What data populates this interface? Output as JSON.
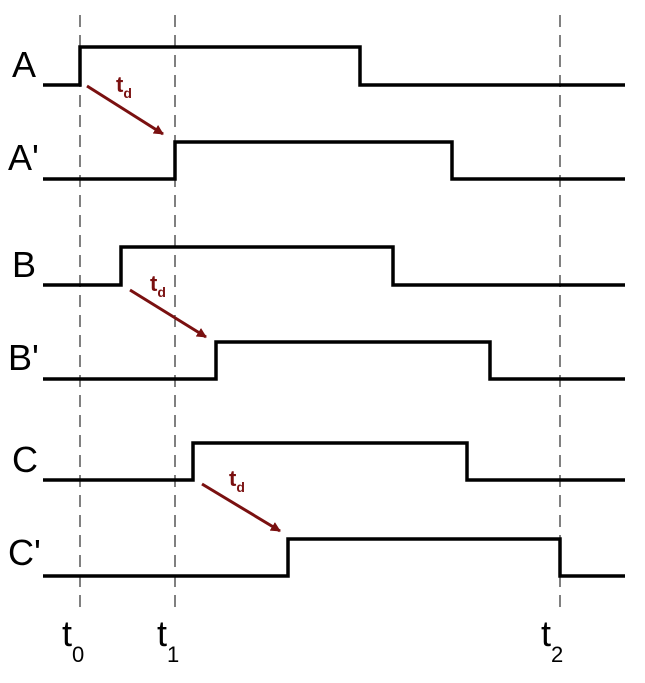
{
  "colors": {
    "signal": "#000000",
    "delay": "#7a1010"
  },
  "time_markers": [
    {
      "name": "t",
      "sub": "0"
    },
    {
      "name": "t",
      "sub": "1"
    },
    {
      "name": "t",
      "sub": "2"
    }
  ],
  "signals": [
    {
      "label": "A"
    },
    {
      "label": "A'"
    },
    {
      "label": "B"
    },
    {
      "label": "B'"
    },
    {
      "label": "C"
    },
    {
      "label": "C'"
    }
  ],
  "delays": [
    {
      "label": "t",
      "sub": "d"
    },
    {
      "label": "t",
      "sub": "d"
    },
    {
      "label": "t",
      "sub": "d"
    }
  ]
}
